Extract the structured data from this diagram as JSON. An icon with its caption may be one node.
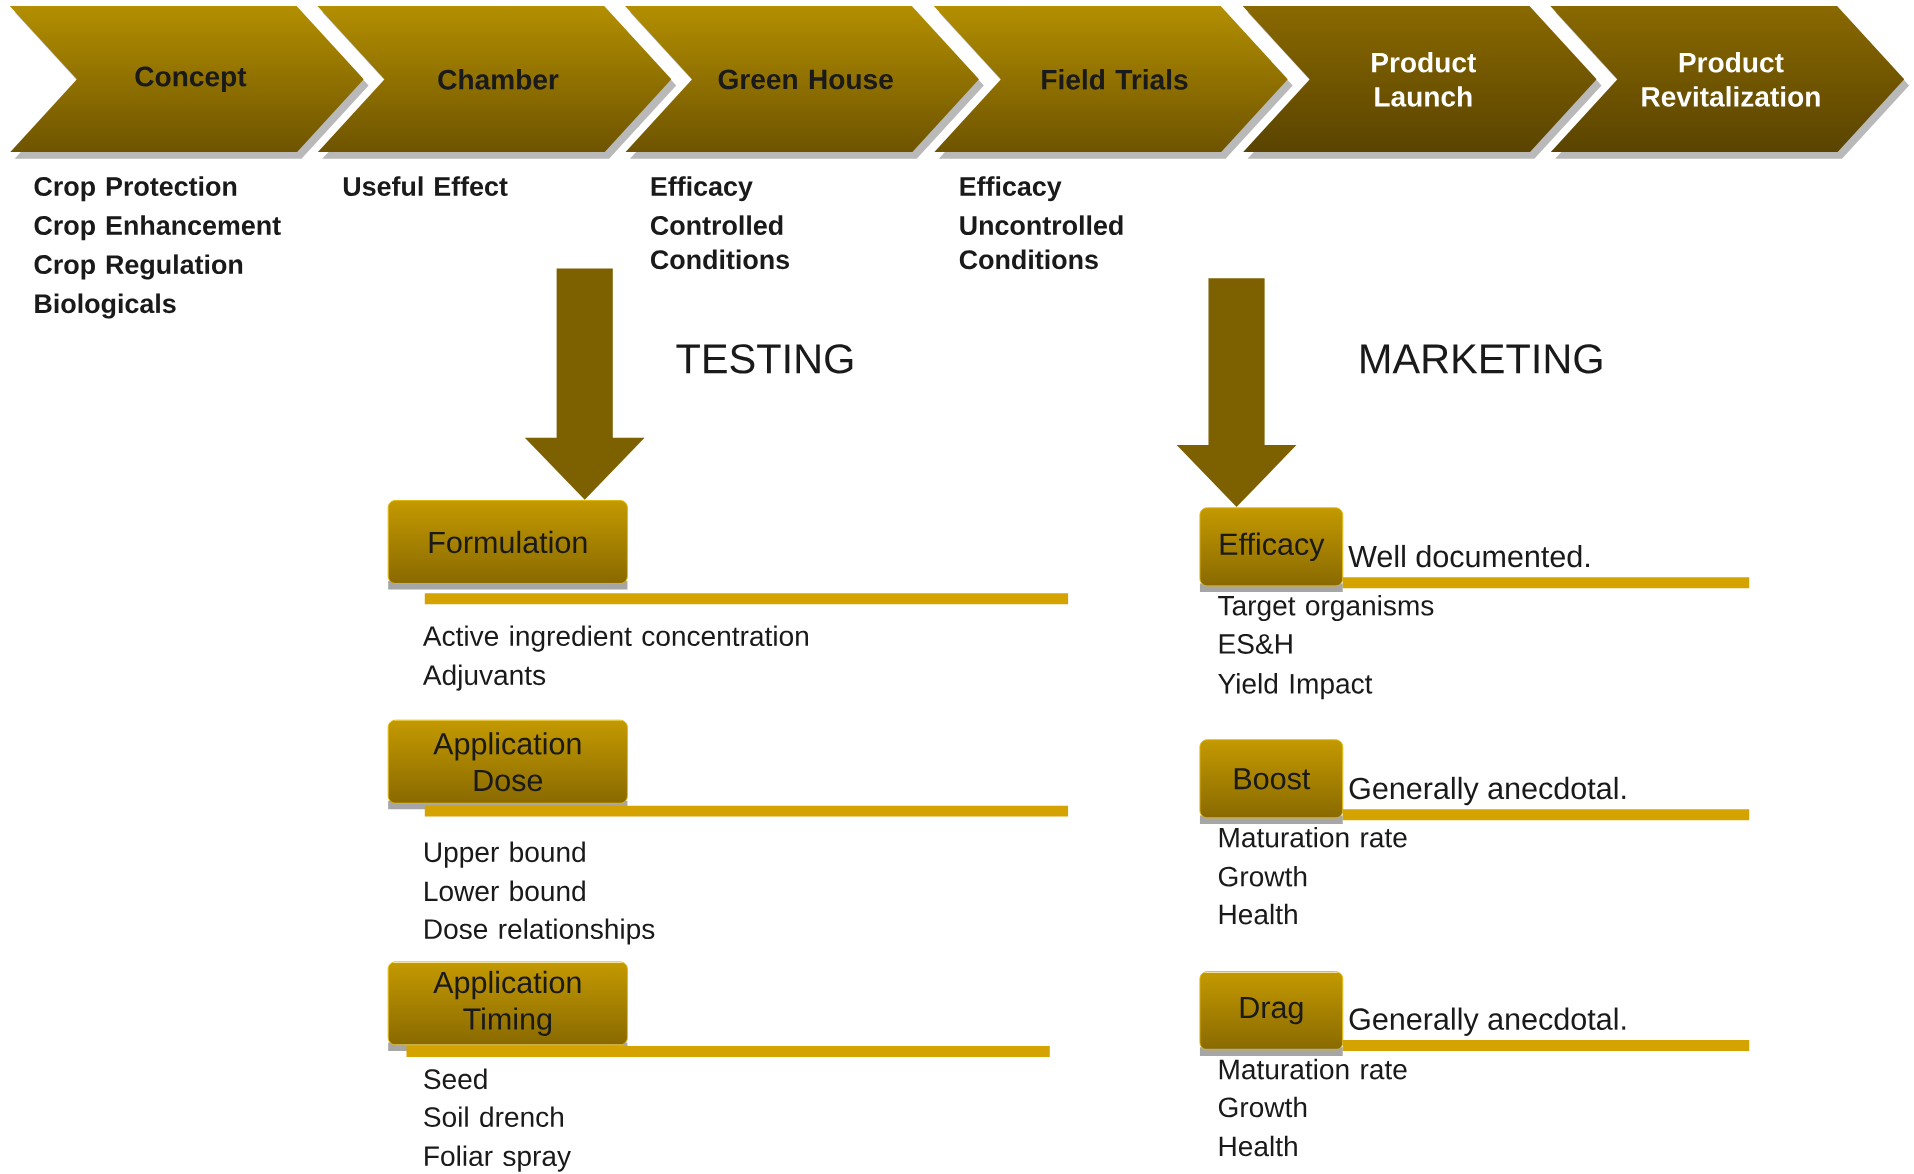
{
  "diagram": {
    "nodes": [
      {
        "text": [
          "Concept"
        ],
        "beside": [
          "Crop Protection",
          "Crop Enhancement",
          "Crop Regulation",
          "Biologicals"
        ]
      },
      {
        "text": [
          "Chamber"
        ],
        "beside": [
          "Useful Effect"
        ]
      },
      {
        "text": [
          "Green House"
        ],
        "beside": [
          "Efficacy",
          "Controlled Conditions"
        ]
      },
      {
        "text": [
          "Field Trials"
        ],
        "beside": [
          "Efficacy",
          "Uncontrolled Conditions"
        ]
      },
      {
        "text": [
          "Product Launch"
        ]
      },
      {
        "text": [
          "Product Revitalization"
        ]
      },
      {
        "text": [
          "Formulation"
        ],
        "beside": [
          "Active ingredient concentration",
          "Adjuvants"
        ]
      },
      {
        "text": [
          "Application Dose"
        ],
        "beside": [
          "Upper bound",
          "Lower bound",
          "Dose relationships"
        ]
      },
      {
        "text": [
          "Application Timing"
        ],
        "beside": [
          "Seed",
          "Soil drench",
          "Foliar spray"
        ]
      },
      {
        "text": [
          "Efficacy",
          "Well documented."
        ],
        "beside": [
          "Target organisms",
          "ES&H",
          "Yield Impact"
        ]
      },
      {
        "text": [
          "Boost",
          "Generally anecdotal."
        ],
        "beside": [
          "Maturation rate",
          "Growth",
          "Health"
        ]
      },
      {
        "text": [
          "Drag",
          "Generally anecdotal."
        ],
        "beside": [
          "Maturation rate",
          "Growth",
          "Health"
        ]
      }
    ],
    "edges": [
      {
        "from": null,
        "to": 6,
        "arrow": "to"
      },
      {
        "from": null,
        "to": 9,
        "arrow": "to"
      }
    ],
    "labels": [
      "TESTING",
      "MARKETING"
    ]
  }
}
